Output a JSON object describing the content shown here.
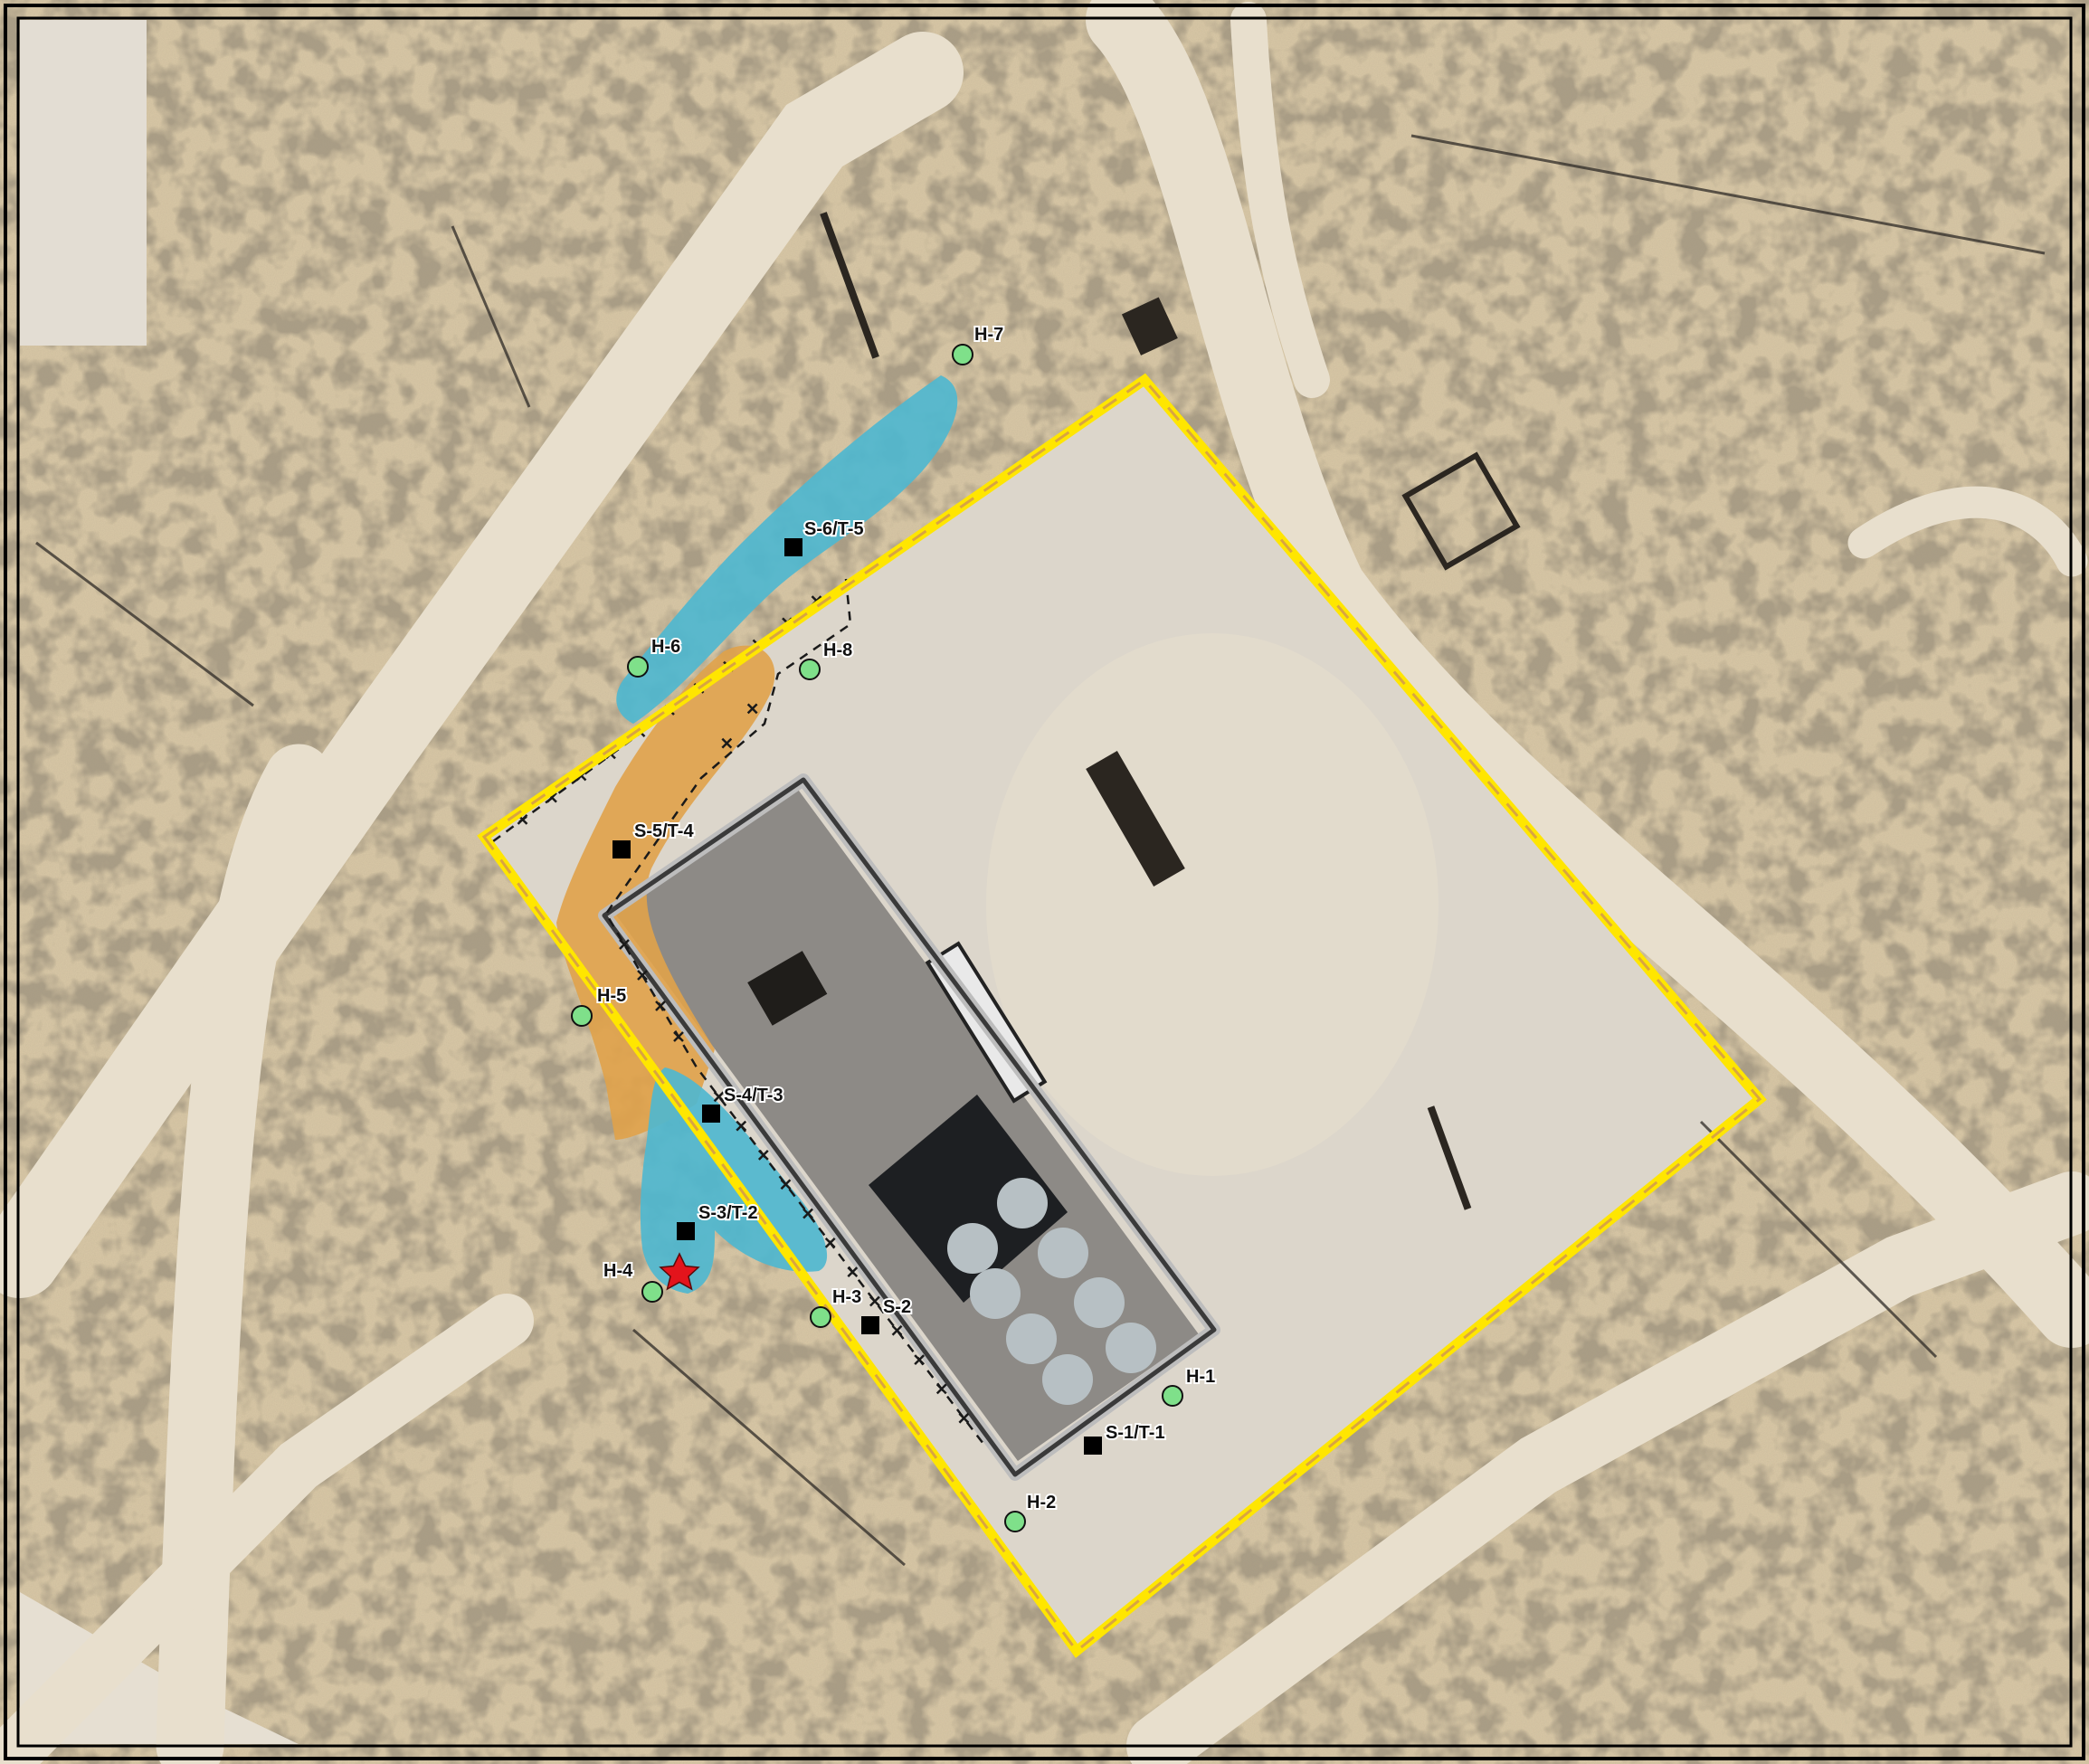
{
  "map": {
    "hand_auger_points": [
      {
        "id": "h1",
        "label": "H-1"
      },
      {
        "id": "h2",
        "label": "H-2"
      },
      {
        "id": "h3",
        "label": "H-3"
      },
      {
        "id": "h4",
        "label": "H-4"
      },
      {
        "id": "h5",
        "label": "H-5"
      },
      {
        "id": "h6",
        "label": "H-6"
      },
      {
        "id": "h7",
        "label": "H-7"
      },
      {
        "id": "h8",
        "label": "H-8"
      }
    ],
    "sample_points": [
      {
        "id": "s1",
        "label": "S-1/T-1"
      },
      {
        "id": "s2",
        "label": "S-2"
      },
      {
        "id": "s3",
        "label": "S-3/T-2"
      },
      {
        "id": "s4",
        "label": "S-4/T-3"
      },
      {
        "id": "s5",
        "label": "S-5/T-4"
      },
      {
        "id": "s6",
        "label": "S-6/T-5"
      }
    ],
    "colors": {
      "pad_boundary": "#ffe600",
      "pad_boundary_dash": "#d9a441",
      "release_area_blue": "#4fb7cf",
      "release_area_orange": "#e0a24a",
      "containment_berm": "#3a3a3a",
      "hand_auger_fill": "#7fe08a",
      "sample_fill": "#000000",
      "release_point": "#e3141c",
      "ground": "#d9c8a6",
      "road": "#e6ddcb"
    },
    "icons": {
      "hand_auger": "green-circle-icon",
      "sample": "black-square-icon",
      "release_point": "red-star-icon"
    }
  }
}
